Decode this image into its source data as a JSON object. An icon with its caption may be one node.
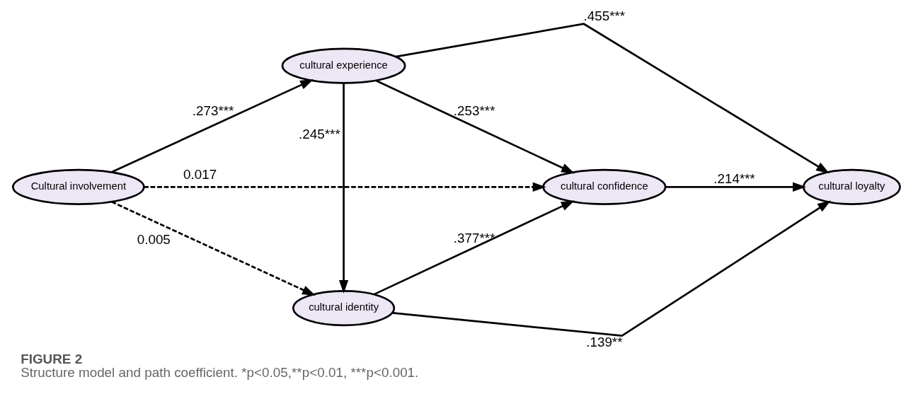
{
  "diagram": {
    "title": "FIGURE 2",
    "caption": "Structure model and path coefficient. *p<0.05,**p<0.01, ***p<0.001.",
    "nodes": [
      {
        "text": [
          "Cultural involvement"
        ]
      },
      {
        "text": [
          "cultural experience"
        ]
      },
      {
        "text": [
          "cultural identity"
        ]
      },
      {
        "text": [
          "cultural confidence"
        ]
      },
      {
        "text": [
          "cultural loyalty"
        ]
      }
    ],
    "edges": [
      {
        "from": 0,
        "to": 1,
        "arrow": "to",
        "label": ".273***"
      },
      {
        "from": 0,
        "to": 3,
        "arrow": "to",
        "label": "0.017",
        "style": "dashed"
      },
      {
        "from": 0,
        "to": 2,
        "arrow": "to",
        "label": "0.005",
        "style": "dashed"
      },
      {
        "from": 1,
        "to": 2,
        "arrow": "to",
        "label": ".245***"
      },
      {
        "from": 1,
        "to": 3,
        "arrow": "to",
        "label": ".253***"
      },
      {
        "from": 1,
        "to": 4,
        "arrow": "to",
        "label": ".455***"
      },
      {
        "from": 2,
        "to": 3,
        "arrow": "to",
        "label": ".377***"
      },
      {
        "from": 2,
        "to": 4,
        "arrow": "to",
        "label": ".139**"
      },
      {
        "from": 3,
        "to": 4,
        "arrow": "to",
        "label": ".214***"
      }
    ]
  }
}
